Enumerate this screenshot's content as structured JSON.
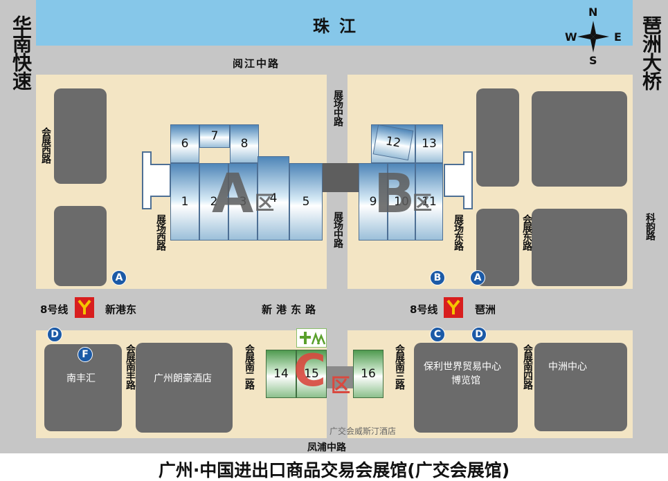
{
  "title": "广州·中国进出口商品交易会展馆(广交会展馆)",
  "roads": {
    "river": "珠江",
    "top": "阅江中路",
    "left_highway": "华南快速",
    "right_bridge": "琶洲大桥",
    "center_road": "展场中路",
    "center_road_south": "展场中路",
    "west_road": "展场西路",
    "east_road": "展场东路",
    "huizhan_west": "会展西路",
    "huizhan_east": "会展东路",
    "keyun": "科韵路",
    "xingang_east": "新港东路",
    "huizhan_nanfeng": "会展南丰路",
    "huizhan_nan2": "会展南二路",
    "huizhan_nan3": "会展南三路",
    "huizhan_nan4": "会展南四路",
    "fengpu": "凤浦中路"
  },
  "metro": {
    "left_line": "8号线",
    "left_station": "新港东",
    "right_line": "8号线",
    "right_station": "琶洲"
  },
  "compass": {
    "n": "N",
    "s": "S",
    "e": "E",
    "w": "W"
  },
  "area_a": {
    "letter": "A",
    "suffix": "区"
  },
  "area_b": {
    "letter": "B",
    "suffix": "区"
  },
  "area_c": {
    "letter": "C",
    "suffix": "区"
  },
  "halls": {
    "h1": "1",
    "h2": "2",
    "h3": "3",
    "h4": "4",
    "h5": "5",
    "h6": "6",
    "h7": "7",
    "h8": "8",
    "h9": "9",
    "h10": "10",
    "h11": "11",
    "h12": "12",
    "h13": "13",
    "h14": "14",
    "h15": "15",
    "h16": "16"
  },
  "gates": {
    "a1": "A",
    "a2": "A",
    "b1": "B",
    "c1": "C",
    "d1": "D",
    "d2": "D",
    "f1": "F"
  },
  "buildings": {
    "nanfenghui": "南丰汇",
    "langhao": "广州朗豪酒店",
    "poly": "保利世界贸易中心",
    "poly2": "博览馆",
    "zhongzhou": "中洲中心",
    "westin": "广交会威斯汀酒店"
  },
  "colors": {
    "river": "#86c7e9",
    "road": "#c6c6c6",
    "block": "#f3e5c4",
    "building": "#6b6b6b",
    "gate": "#1c5aa6",
    "metro": "#d81e1e",
    "metro_logo": "#f5c400",
    "c_letter": "#d9493f"
  }
}
